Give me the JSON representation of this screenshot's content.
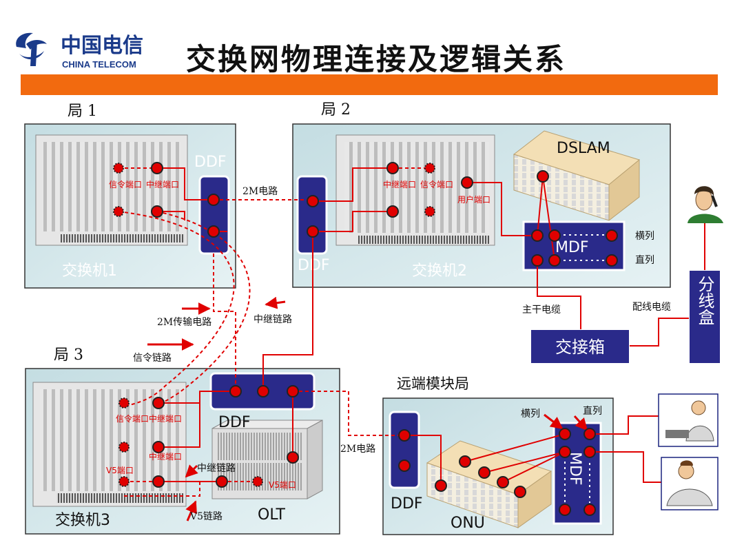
{
  "header": {
    "logo_cn": "中国电信",
    "logo_en": "CHINA TELECOM",
    "title": "交换网物理连接及逻辑关系",
    "brand_color": "#1a3a8a",
    "bar_color": "#f26a0f"
  },
  "offices": {
    "office1": {
      "label": "局 1",
      "switch": "交换机1",
      "ddf": "DDF",
      "signal_port": "信令端口",
      "trunk_port": "中继端口"
    },
    "office2": {
      "label": "局 2",
      "switch": "交换机2",
      "ddf": "DDF",
      "dslam": "DSLAM",
      "mdf": "MDF",
      "trunk_port": "中继端口",
      "signal_port": "信令端口",
      "user_port": "用户端口",
      "horizontal": "横列",
      "vertical": "直列"
    },
    "office3": {
      "label": "局 3",
      "switch": "交换机3",
      "ddf": "DDF",
      "olt": "OLT",
      "signal_port": "信令端口",
      "trunk_port": "中继端口",
      "trunk_port2": "中继端口",
      "v5_port": "V5端口"
    },
    "remote": {
      "label": "远端模块局",
      "ddf": "DDF",
      "onu": "ONU",
      "mdf": "MDF",
      "horizontal": "横列",
      "vertical": "直列"
    }
  },
  "links": {
    "link_2m_top": "2M电路",
    "link_2m_remote": "2M电路",
    "transmission_2m": "2M传输电路",
    "trunk_link": "中继链路",
    "signal_link": "信令链路",
    "trunk_link_olt": "中继链路",
    "v5_link": "V5链路",
    "v5_port_olt": "V5端口",
    "main_cable": "主干电缆",
    "distribution_cable": "配线电缆"
  },
  "outside": {
    "cross_box": "交接箱",
    "dist_box": "分线盒"
  },
  "colors": {
    "panel": "#cfe4e8",
    "blue_box": "#2a2a8a",
    "node": "#e00000",
    "line": "#e00000"
  }
}
